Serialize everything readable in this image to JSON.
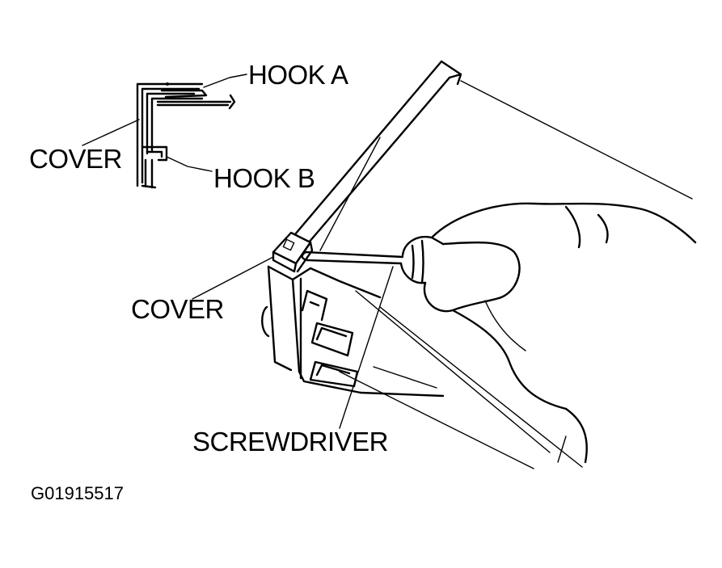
{
  "labels": {
    "hook_a": "HOOK A",
    "cover_top": "COVER",
    "hook_b": "HOOK B",
    "cover_mid": "COVER",
    "screwdriver": "SCREWDRIVER",
    "figure_code": "G01915517"
  },
  "colors": {
    "ink": "#000000",
    "paper": "#ffffff"
  }
}
